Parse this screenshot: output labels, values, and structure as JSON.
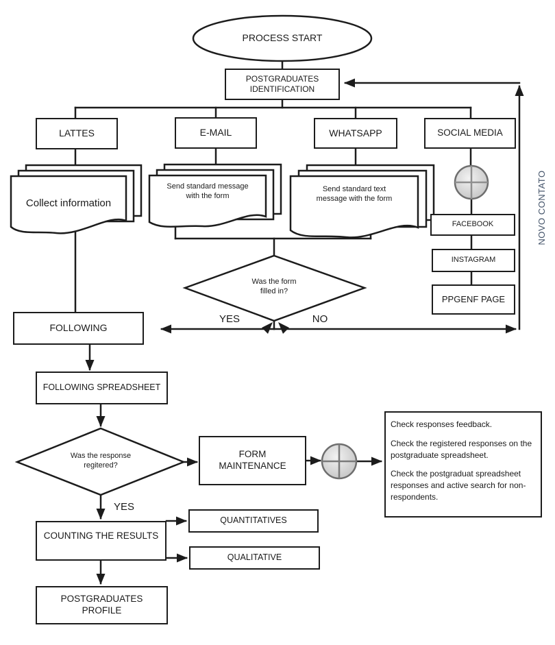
{
  "diagram": {
    "start_label": "PROCESS START",
    "identification_label": "POSTGRADUATES IDENTIFICATION",
    "channels": {
      "lattes": "LATTES",
      "email": "E-MAIL",
      "whatsapp": "WHATSAPP",
      "social_media": "SOCIAL MEDIA"
    },
    "documents": {
      "lattes_doc": "Collect information",
      "email_doc": "Send standard message with the form",
      "whatsapp_doc": "Send standard text message with the form"
    },
    "social_items": {
      "facebook": "FACEBOOK",
      "instagram": "INSTAGRAM",
      "ppgenf": "PPGENF PAGE"
    },
    "decision_form": {
      "question": "Was the form filled in?",
      "yes": "YES",
      "no": "NO"
    },
    "novo_contato_label": "NOVO CONTATO",
    "following_label": "FOLLOWING",
    "following_spreadsheet_label": "FOLLOWING SPREADSHEET",
    "decision_response": {
      "question": "Was the response regitered?",
      "yes": "YES"
    },
    "form_maintenance_label": "FORM MAINTENANCE",
    "notes": {
      "p1": "Check responses feedback.",
      "p2": "Check the registered responses on the postgraduate spreadsheet.",
      "p3": "Check the postgraduat spreadsheet responses and active search for non-respondents."
    },
    "counting_label": "COUNTING THE RESULTS",
    "quantitatives_label": "QUANTITATIVES",
    "qualitative_label": "QUALITATIVE",
    "profile_label": "POSTGRADUATES PROFILE"
  },
  "colors": {
    "line": "#1c1c1c",
    "novo_contato_text": "#44546a",
    "connector_circle_fill": "#d6d6d6"
  }
}
